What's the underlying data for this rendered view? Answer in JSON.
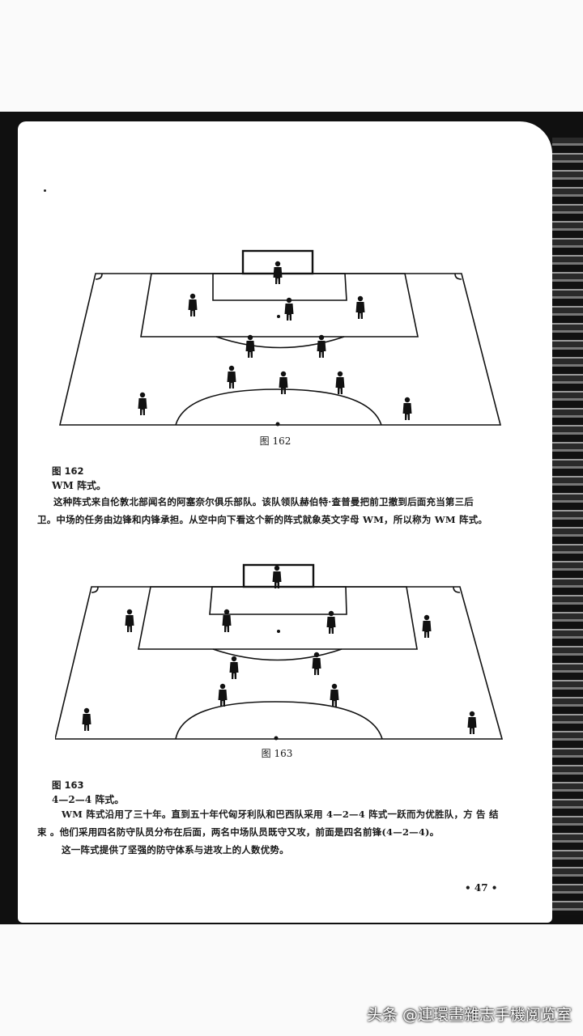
{
  "fig162": {
    "label": "图 162",
    "caption_head": "图 162",
    "caption_title": "WM 阵式。",
    "para_lines": [
      "这种阵式来自伦敦北部闻名的阿塞奈尔俱乐部队。该队领队赫伯特·查普曼把前卫撤到后面充当第三后",
      "卫。中场的任务由边锋和内锋承担。从空中向下看这个新的阵式就象英文字母 WM，所以称为 WM 阵式。"
    ]
  },
  "fig163": {
    "label": "图 163",
    "caption_head": "图 163",
    "caption_title": "4—2—4 阵式。",
    "para_lines": [
      "WM 阵式沿用了三十年。直到五十年代匈牙利队和巴西队采用 4—2—4 阵式一跃而为优胜队，方 告 结",
      "束 。他们采用四名防守队员分布在后面，两名中场队员既守又攻，前面是四名前锋(4—2—4)。",
      "这一阵式提供了坚强的防守体系与进攻上的人数优势。"
    ]
  },
  "page_number": "• 47 •",
  "watermark": "头条 @連環畫雜志手機阅览室"
}
